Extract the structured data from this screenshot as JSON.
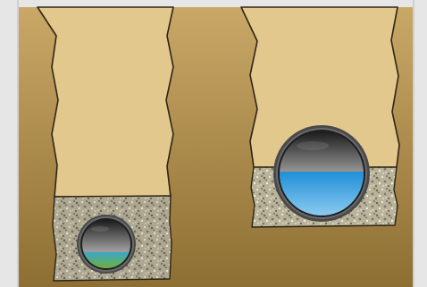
{
  "colors": {
    "frame": "#e6e6e6",
    "frame_edge": "#cfcfcf",
    "soil_light": "#c9a867",
    "soil_dark": "#8e6f33",
    "trench_backfill": "#e3c88d",
    "trench_outline": "#2e2416",
    "gravel_base": "#b9b39c",
    "pipe_rim": "#4a4a4a",
    "pipe_gap": "#1f1f1f",
    "pipe_dark": "#1c1c1c",
    "pipe_light": "#9a9a9a",
    "water_small_top": "#3aa8c8",
    "water_small_bottom": "#6fae3a",
    "water_large_top": "#1e8fd8",
    "water_large_bottom": "#8ccaf0"
  },
  "panels": [
    {
      "name": "narrow-trench-small-pipe",
      "pipe_size": "small",
      "water_fill_fraction": 0.33
    },
    {
      "name": "wide-trench-large-pipe",
      "pipe_size": "large",
      "water_fill_fraction": 0.52
    }
  ]
}
